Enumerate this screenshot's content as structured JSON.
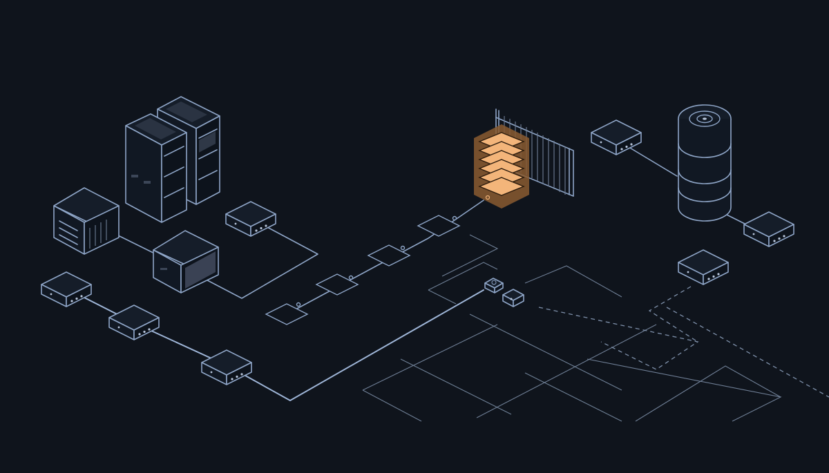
{
  "diagram": {
    "background": "#0f141c",
    "line_color": "#8fa6c8",
    "accent_color": "#f3b57a",
    "accent_glow": "#8a5a30",
    "elements": [
      "server-rack",
      "server-rack",
      "storage-unit",
      "storage-unit",
      "network-switch",
      "network-switch",
      "network-switch",
      "network-switch",
      "network-switch",
      "network-switch",
      "network-switch",
      "layered-stack",
      "firewall-gate",
      "database-cylinder",
      "router-chip",
      "connector-box"
    ]
  }
}
